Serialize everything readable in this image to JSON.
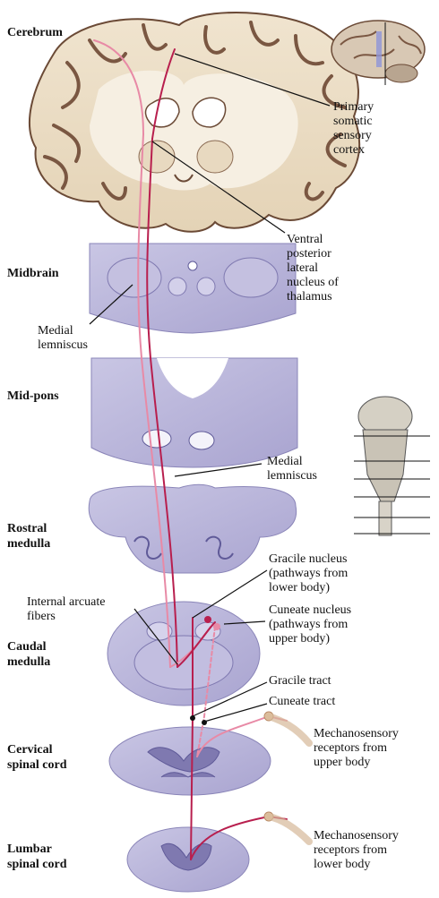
{
  "levels": {
    "cerebrum": "Cerebrum",
    "midbrain": "Midbrain",
    "midpons": "Mid-pons",
    "rostral_medulla": [
      "Rostral",
      "medulla"
    ],
    "caudal_medulla": [
      "Caudal",
      "medulla"
    ],
    "cervical": [
      "Cervical",
      "spinal cord"
    ],
    "lumbar": [
      "Lumbar",
      "spinal cord"
    ]
  },
  "labels": {
    "primary_cortex": [
      "Primary",
      "somatic",
      "sensory",
      "cortex"
    ],
    "vpl": [
      "Ventral",
      "posterior",
      "lateral",
      "nucleus of",
      "thalamus"
    ],
    "medial_lemniscus_1": [
      "Medial",
      "lemniscus"
    ],
    "medial_lemniscus_2": [
      "Medial",
      "lemniscus"
    ],
    "gracile_nucleus": [
      "Gracile nucleus",
      "(pathways from",
      "lower body)"
    ],
    "internal_arcuate": [
      "Internal arcuate",
      "fibers"
    ],
    "cuneate_nucleus": [
      "Cuneate nucleus",
      "(pathways from",
      "upper body)"
    ],
    "gracile_tract": "Gracile tract",
    "cuneate_tract": "Cuneate tract",
    "mechano_upper": [
      "Mechanosensory",
      "receptors from",
      "upper body"
    ],
    "mechano_lower": [
      "Mechanosensory",
      "receptors from",
      "lower body"
    ]
  },
  "colors": {
    "pathway_dark": "#b81f4e",
    "pathway_light": "#e88aa6",
    "tissue_stain": "#b9b5d8",
    "tissue_dark": "#7f79b0",
    "brain_tan": "#e9dcc4",
    "brain_outline": "#6b4a36"
  }
}
